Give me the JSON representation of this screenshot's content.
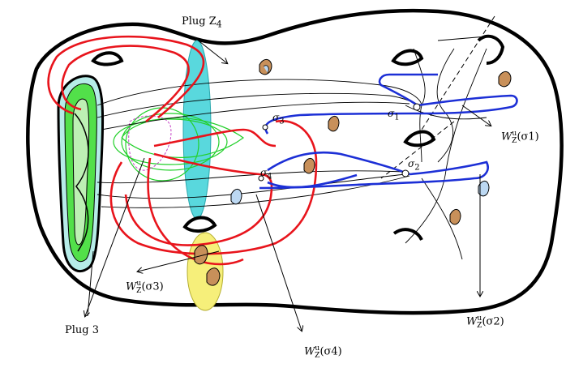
{
  "labels": {
    "plug_z4": "Plug Z",
    "plug_z4_sub": "4",
    "plug_3": "Plug 3",
    "sigma": "σ",
    "sigma1_sub": "1",
    "sigma2_sub": "2",
    "sigma3_sub": "3",
    "sigma4_sub": "4",
    "w_main": "W",
    "w_sup": "u",
    "w_sub": "Z",
    "w_sigma1_arg": "(σ1)",
    "w_sigma2_arg": "(σ2)",
    "w_sigma3_arg": "(σ3)",
    "w_sigma4_arg": "(σ4)"
  },
  "colors": {
    "outline": "#000000",
    "red_orbit": "#e8141c",
    "blue_orbit": "#1c2fd6",
    "green_orbit": "#22d02a",
    "cyan_plug": "#59d8dd",
    "yellow_plug": "#f6ef7a",
    "handle_fill": "#c8905a",
    "handle_inner": "#bcd8f2",
    "magenta": "#c540c5"
  }
}
